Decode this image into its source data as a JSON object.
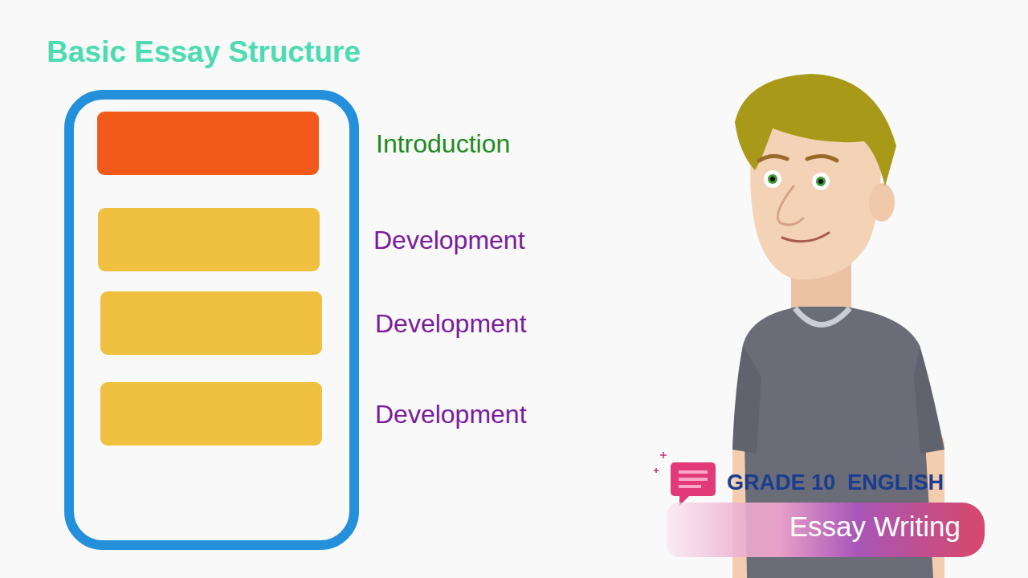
{
  "diagram": {
    "title": "Basic Essay Structure",
    "nodes": [
      {
        "text": [
          "Introduction"
        ]
      },
      {
        "text": [
          "Development"
        ]
      },
      {
        "text": [
          "Development"
        ]
      },
      {
        "text": [
          "Development"
        ]
      },
      {
        "text": [
          "GRADE 10  ENGLISH",
          "Essay Writing"
        ]
      }
    ]
  }
}
